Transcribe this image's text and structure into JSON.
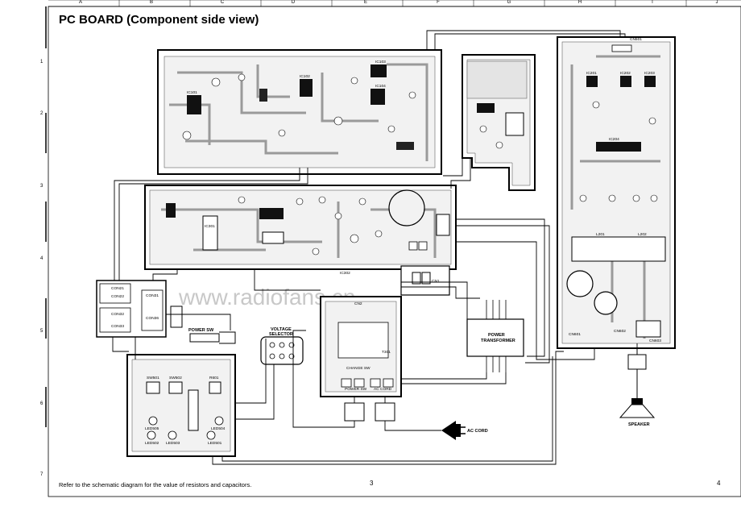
{
  "title": "PC BOARD (Component side view)",
  "footer": {
    "note": "Refer to the schematic diagram for the value of resistors and capacitors.",
    "page_left": "3",
    "page_right": "4"
  },
  "watermark": "www.radiofans.cn",
  "grid": {
    "columns": [
      "A",
      "B",
      "C",
      "D",
      "E",
      "F",
      "G",
      "H",
      "I",
      "J"
    ],
    "rows": [
      "1",
      "2",
      "3",
      "4",
      "5",
      "6",
      "7"
    ]
  },
  "labels": {
    "power_sw": "POWER SW",
    "voltage_selector": "VOLTAGE\nSELECTOR",
    "power_transformer": "POWER\nTRANSFORMER",
    "ac_cord": "AC CORD",
    "speaker": "SPEAKER",
    "change_sw": "CHANGE SW",
    "power_sw_board": "POWER SW",
    "ac_cord_board": "AC CORD",
    "cn1": "CN1",
    "cn2": "CN2",
    "con21": "CON21",
    "con22": "CON22",
    "con31": "CON31",
    "con32": "CON32",
    "con33": "CON33",
    "con36": "CON36",
    "cn501": "CN501",
    "cn601": "CN601",
    "cn602": "CN602",
    "cn603": "CN603",
    "ic301": "IC301",
    "ic302": "IC302",
    "ic201": "IC201",
    "ic202": "IC202",
    "ic203": "IC203",
    "ic204": "IC204",
    "ic101": "IC101",
    "ic102": "IC102",
    "ic103": "IC103",
    "ic104": "IC104",
    "t301": "T301",
    "sw501": "SW501",
    "sw502": "SW502",
    "led501": "LED501",
    "led502": "LED502",
    "led503": "LED503",
    "led504": "LED504",
    "led505": "LED505",
    "r601": "R601",
    "l201": "L201",
    "l202": "L202"
  }
}
